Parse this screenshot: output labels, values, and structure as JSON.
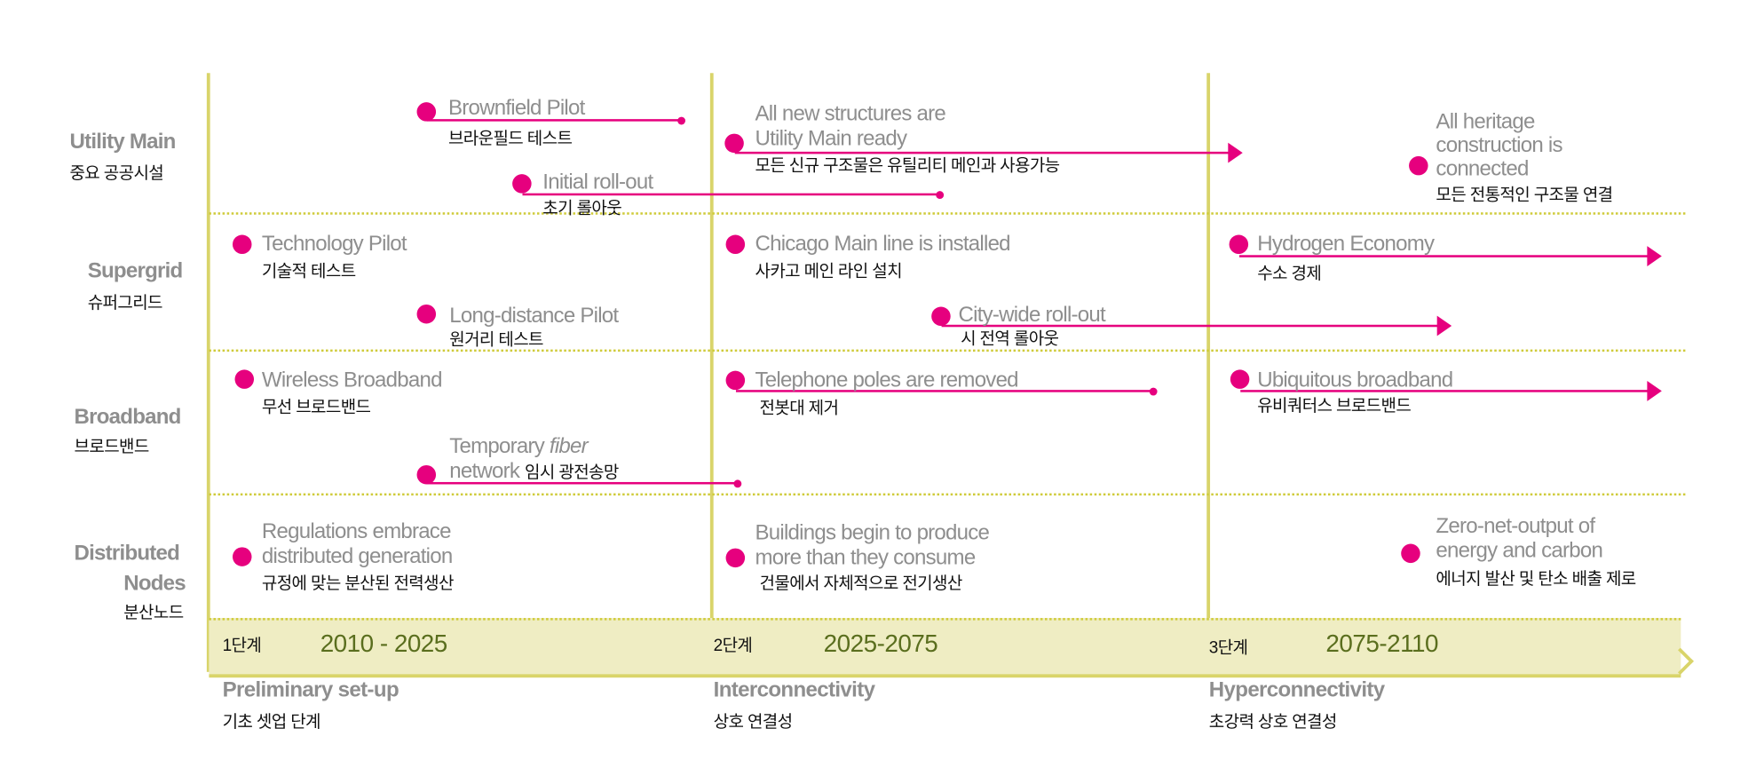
{
  "colors": {
    "accent": "#e6007e",
    "axis": "#d9d46a",
    "band": "#efedc3",
    "years": "#5a6e1e",
    "label_gray": "#8e8e8e"
  },
  "rows": [
    {
      "en": "Utility Main",
      "kr": "중요 공공시설"
    },
    {
      "en": "Supergrid",
      "kr": "슈퍼그리드"
    },
    {
      "en": "Broadband",
      "kr": "브로드밴드"
    },
    {
      "en_line1": "Distributed",
      "en_line2": "Nodes",
      "kr": "분산노드"
    }
  ],
  "events": {
    "brownfield": {
      "en": "Brownfield Pilot",
      "kr": "브라운필드 테스트"
    },
    "initial": {
      "en": "Initial  roll-out",
      "kr": "초기 롤아웃"
    },
    "allnew": {
      "en1": "All new  structures  are",
      "en2": "Utility Main ready",
      "kr": "모든 신규 구조물은 유틸리티 메인과 사용가능"
    },
    "heritage": {
      "en1": "All heritage",
      "en2": "construction is",
      "en3": "connected",
      "kr": "모든 전통적인 구조물 연결"
    },
    "technology": {
      "en": "Technology  Pilot",
      "kr": "기술적 테스트"
    },
    "longdist": {
      "en": "Long-distance  Pilot",
      "kr": "원거리 테스트"
    },
    "chicago": {
      "en": "Chicago Main line is installed",
      "kr": "사카고 메인 라인 설치"
    },
    "citywide": {
      "en": "City-wide roll-out",
      "kr": "시 전역 롤아웃"
    },
    "hydrogen": {
      "en": "Hydrogen Economy",
      "kr": "수소 경제"
    },
    "wireless": {
      "en": "Wireless  Broadband",
      "kr": "무선 브로드밴드"
    },
    "telephone": {
      "en": "Telephone  poles  are removed",
      "kr": "전봇대 제거"
    },
    "ubiquitous": {
      "en": "Ubiquitous broadband",
      "kr": "유비쿼터스 브로드밴드"
    },
    "fiber": {
      "en1a": "Temporary ",
      "en1b": "fiber",
      "en2": "network",
      "kr": "임시 광전송망"
    },
    "regulations": {
      "en1": "Regulations embrace",
      "en2": "distributed generation",
      "kr": "규정에 맞는 분산된 전력생산"
    },
    "buildings": {
      "en1": "Buildings begin to produce",
      "en2": "more  than they consume",
      "kr": "건물에서 자체적으로 전기생산"
    },
    "zeronet": {
      "en1": "Zero-net-output  of",
      "en2": "energy and  carbon",
      "kr": "에너지 발산 및 탄소 배출 제로"
    }
  },
  "phases": [
    {
      "stage": "1단계",
      "years": "2010 - 2025",
      "en": "Preliminary set-up",
      "kr": "기초 셋업 단계"
    },
    {
      "stage": "2단계",
      "years": "2025-2075",
      "en": "Interconnectivity",
      "kr": "상호 연결성"
    },
    {
      "stage": "3단계",
      "years": "2075-2110",
      "en": "Hyperconnectivity",
      "kr": "초강력 상호 연결성"
    }
  ]
}
